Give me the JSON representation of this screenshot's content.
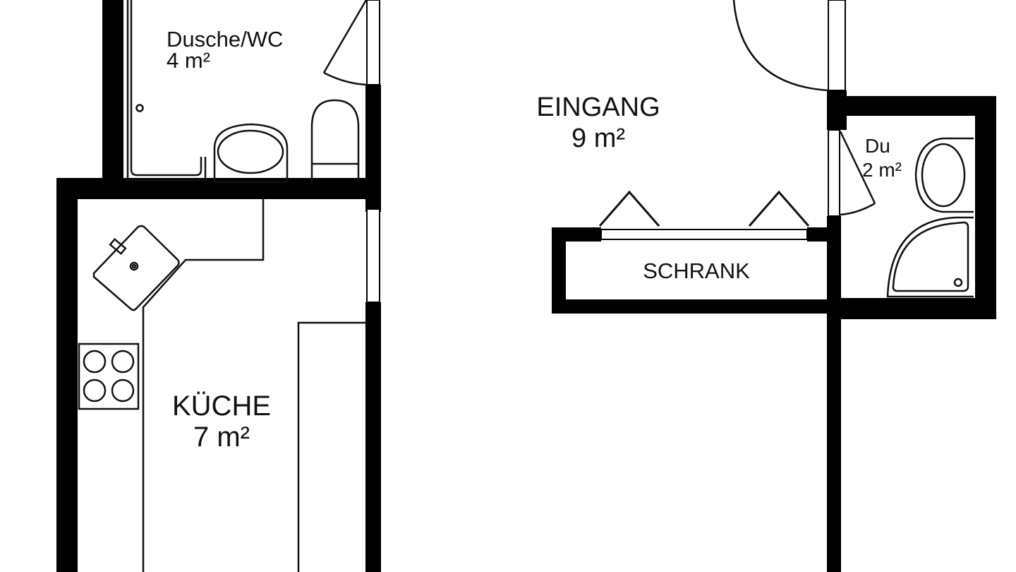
{
  "diagram_type": "floor plan",
  "colors": {
    "wall": "#000000",
    "background": "#ffffff",
    "line": "#111111"
  },
  "rooms": [
    {
      "id": "bath",
      "name": "Dusche/WC",
      "area": "4 m²"
    },
    {
      "id": "kitchen",
      "name": "KÜCHE",
      "area": "7 m²"
    },
    {
      "id": "entrance",
      "name": "EINGANG",
      "area": "9 m²"
    },
    {
      "id": "shower",
      "name": "Du",
      "area": "2 m²"
    },
    {
      "id": "closet",
      "name": "SCHRANK"
    }
  ],
  "fixtures": [
    "bathtub-shower",
    "washbasin",
    "toilet",
    "corner-sink",
    "stove-4-burner",
    "counter",
    "wardrobe-doors",
    "shower-tray",
    "washbasin-small",
    "door-swing"
  ]
}
